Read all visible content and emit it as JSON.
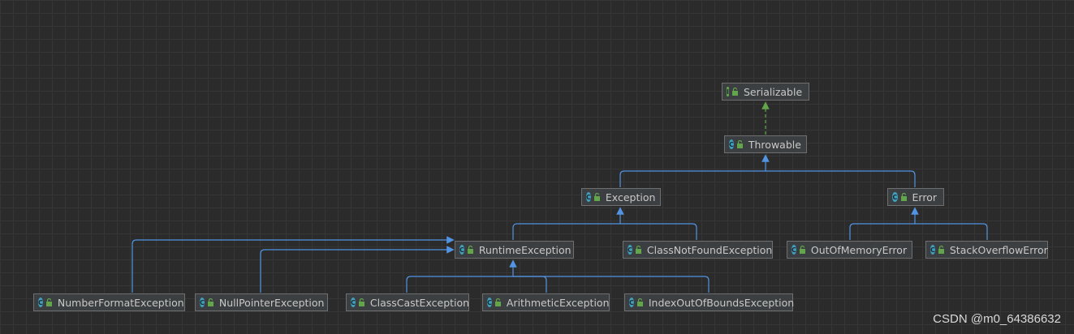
{
  "colors": {
    "background": "#2b2b2b",
    "inherit_edge": "#5294e2",
    "implement_edge": "#62a54a",
    "node_fill": "#3c3f41",
    "node_border": "#6f6f6f",
    "node_text": "#c8c8c8"
  },
  "nodes": [
    {
      "id": "serializable",
      "label": "Serializable",
      "kind": "interface",
      "icon": "interface-icon"
    },
    {
      "id": "throwable",
      "label": "Throwable",
      "kind": "class",
      "icon": "class-icon"
    },
    {
      "id": "exception",
      "label": "Exception",
      "kind": "class",
      "icon": "class-icon"
    },
    {
      "id": "error",
      "label": "Error",
      "kind": "class",
      "icon": "class-icon"
    },
    {
      "id": "runtimeexception",
      "label": "RuntimeException",
      "kind": "class",
      "icon": "class-icon"
    },
    {
      "id": "classnotfoundexception",
      "label": "ClassNotFoundException",
      "kind": "class",
      "icon": "class-icon"
    },
    {
      "id": "outofmemoryerror",
      "label": "OutOfMemoryError",
      "kind": "class",
      "icon": "class-icon"
    },
    {
      "id": "stackoverflowerror",
      "label": "StackOverflowError",
      "kind": "class",
      "icon": "class-icon"
    },
    {
      "id": "numberformatexception",
      "label": "NumberFormatException",
      "kind": "class",
      "icon": "class-icon"
    },
    {
      "id": "nullpointerexception",
      "label": "NullPointerException",
      "kind": "class",
      "icon": "class-icon"
    },
    {
      "id": "classcastexception",
      "label": "ClassCastException",
      "kind": "class",
      "icon": "class-icon"
    },
    {
      "id": "arithmeticexception",
      "label": "ArithmeticException",
      "kind": "class",
      "icon": "class-icon"
    },
    {
      "id": "indexoutofboundsexception",
      "label": "IndexOutOfBoundsException",
      "kind": "class",
      "icon": "class-icon"
    }
  ],
  "edges": [
    {
      "from": "throwable",
      "to": "serializable",
      "type": "implements"
    },
    {
      "from": "exception",
      "to": "throwable",
      "type": "extends"
    },
    {
      "from": "error",
      "to": "throwable",
      "type": "extends"
    },
    {
      "from": "runtimeexception",
      "to": "exception",
      "type": "extends"
    },
    {
      "from": "classnotfoundexception",
      "to": "exception",
      "type": "extends"
    },
    {
      "from": "outofmemoryerror",
      "to": "error",
      "type": "extends"
    },
    {
      "from": "stackoverflowerror",
      "to": "error",
      "type": "extends"
    },
    {
      "from": "numberformatexception",
      "to": "runtimeexception",
      "type": "extends"
    },
    {
      "from": "nullpointerexception",
      "to": "runtimeexception",
      "type": "extends"
    },
    {
      "from": "classcastexception",
      "to": "runtimeexception",
      "type": "extends"
    },
    {
      "from": "arithmeticexception",
      "to": "runtimeexception",
      "type": "extends"
    },
    {
      "from": "indexoutofboundsexception",
      "to": "runtimeexception",
      "type": "extends"
    }
  ],
  "watermark": "CSDN @m0_64386632"
}
